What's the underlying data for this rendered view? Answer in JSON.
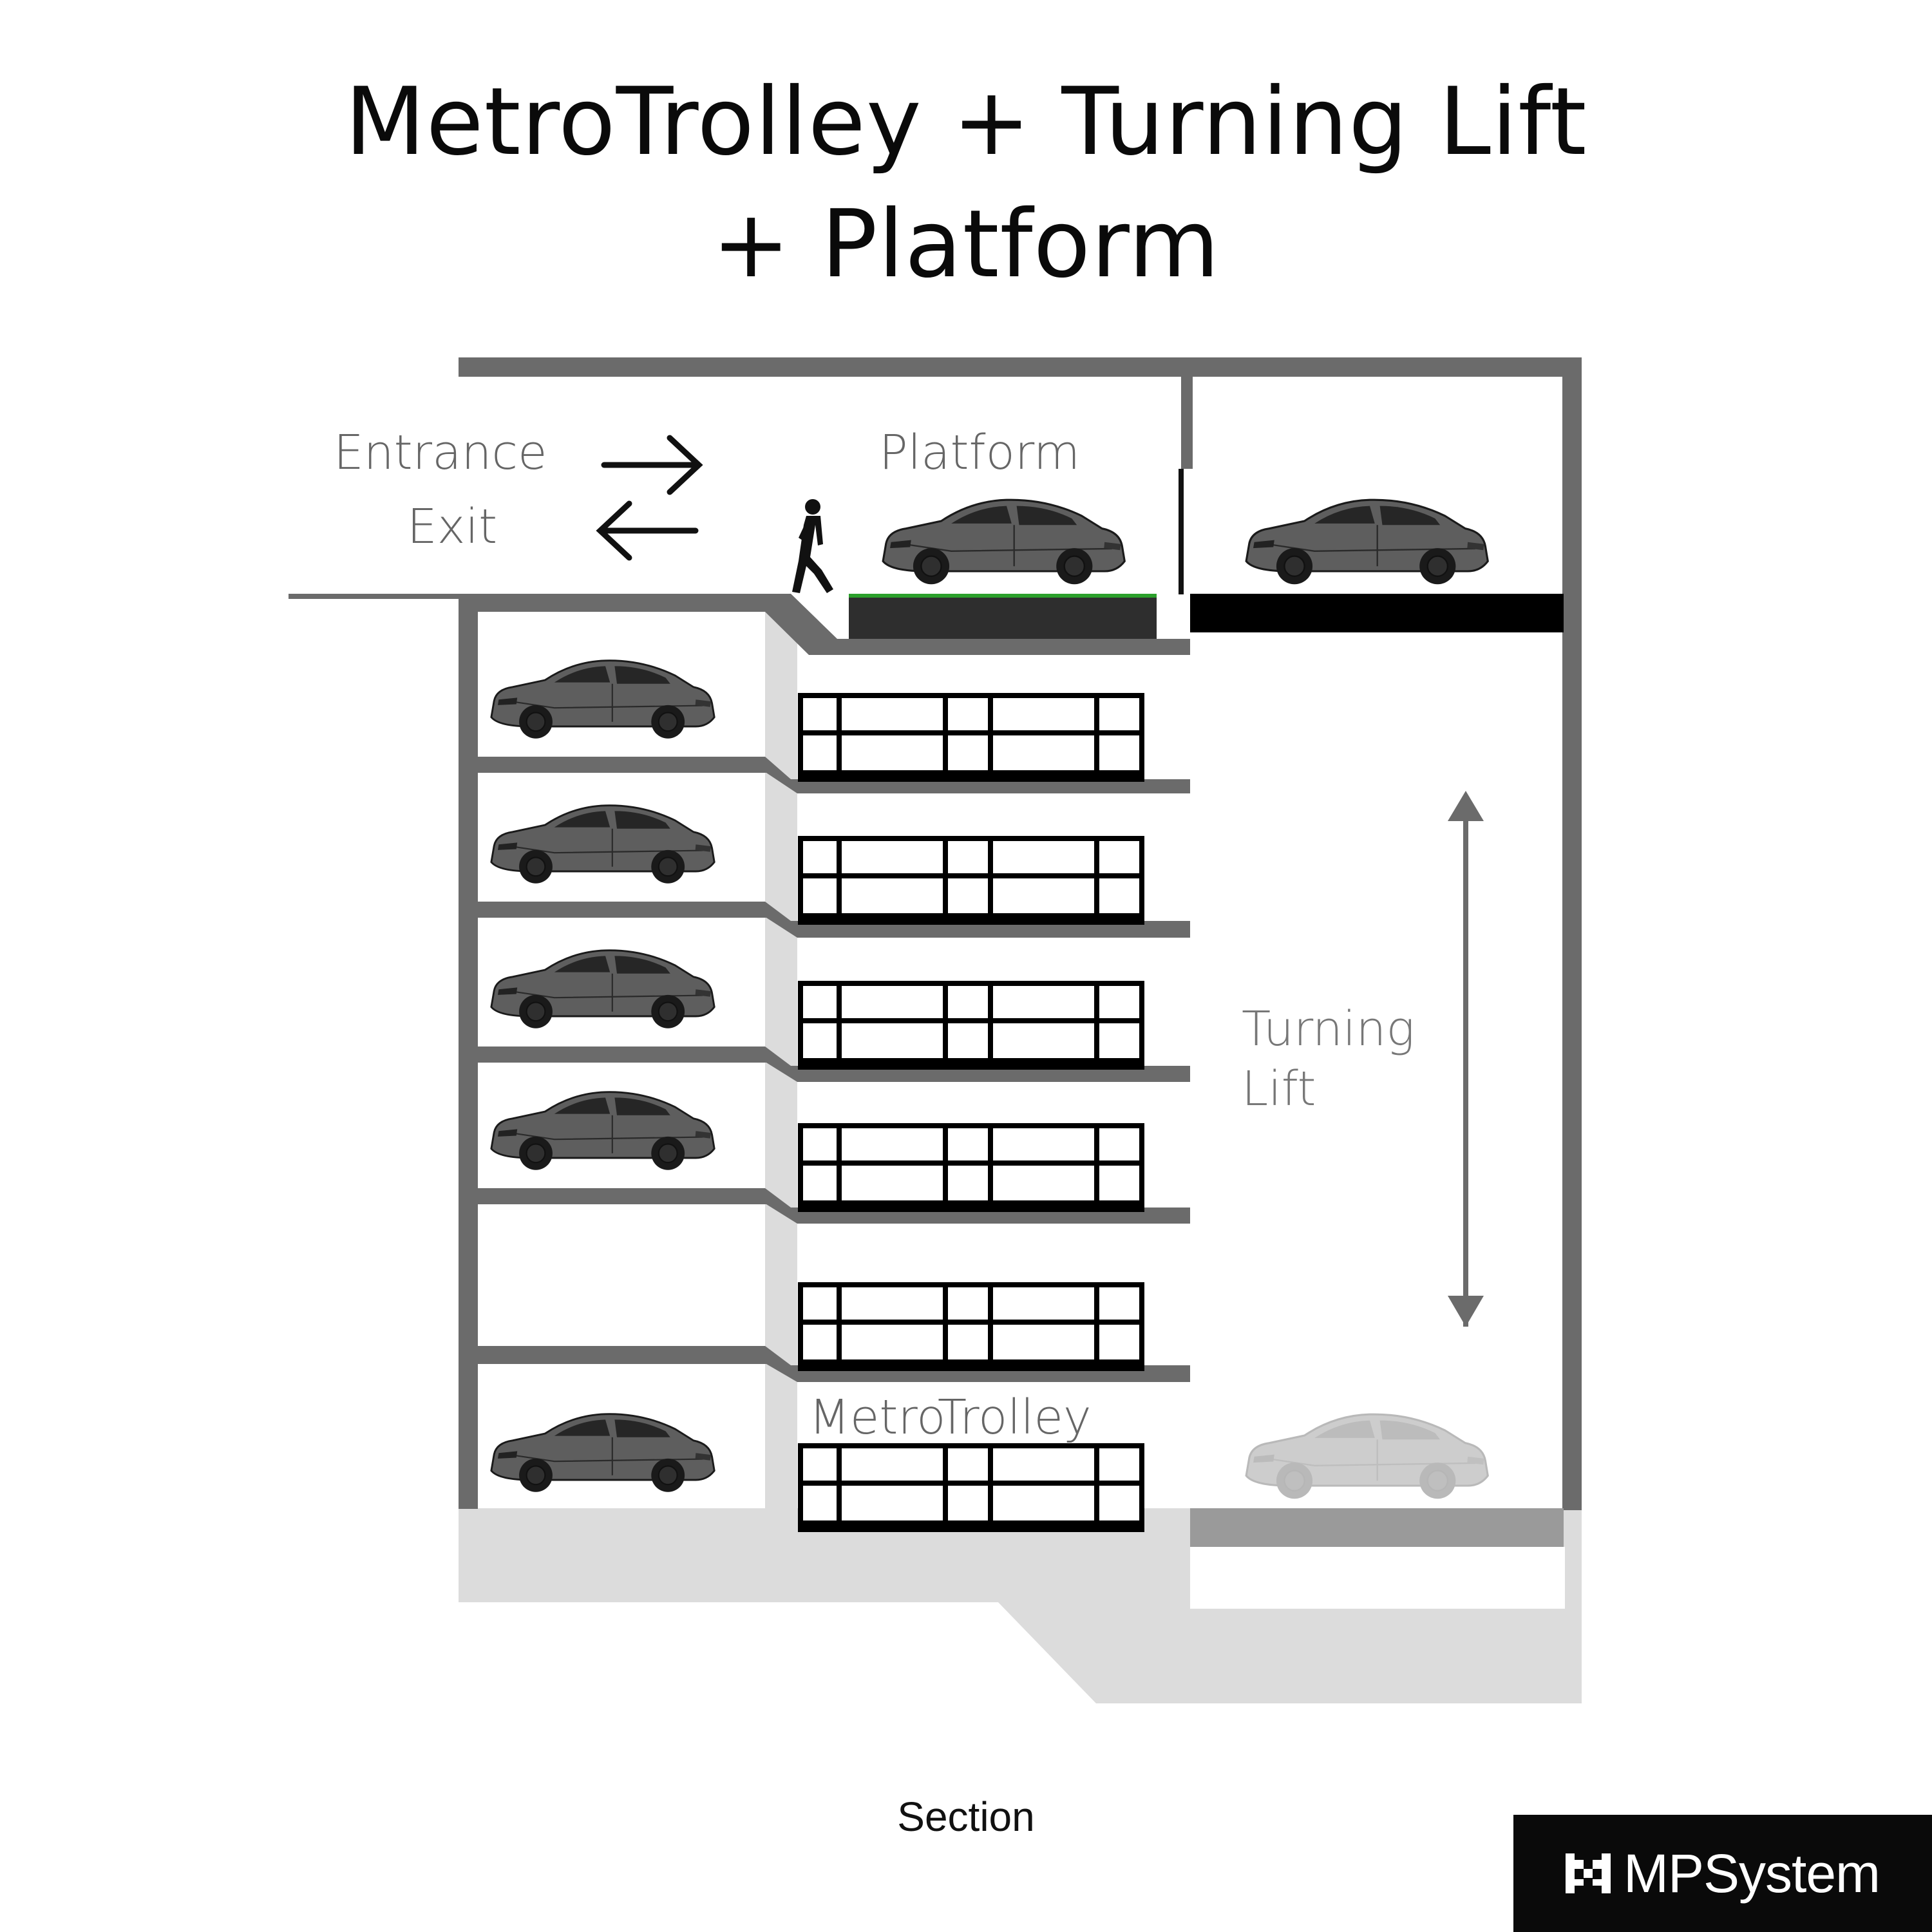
{
  "title": {
    "line1": "MetroTrolley + Turning Lift",
    "line2": "+ Platform"
  },
  "labels": {
    "entrance": "Entrance",
    "exit": "Exit",
    "platform": "Platform",
    "turning_lift_1": "Turning",
    "turning_lift_2": "Lift",
    "metrotrolley": "MetroTrolley",
    "section": "Section"
  },
  "brand": {
    "name": "MPSystem"
  },
  "colors": {
    "structure": "#6b6b6b",
    "foundation": "#dcdcdc",
    "car_body": "#5e5e5e",
    "platform_strip": "#2ca02c",
    "brand_bg": "#0a0a0a"
  },
  "icons": [
    "arrow-right-icon",
    "arrow-left-icon",
    "double-arrow-vertical-icon",
    "pedestrian-icon",
    "car-icon",
    "mpsystem-logo-icon"
  ]
}
